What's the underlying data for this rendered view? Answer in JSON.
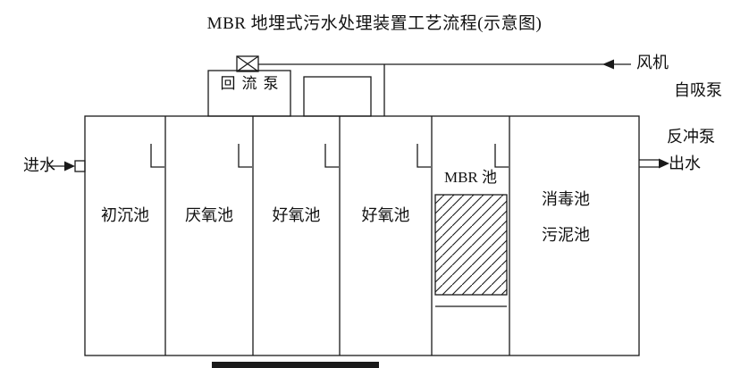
{
  "title": "MBR 地埋式污水处理装置工艺流程(示意图)",
  "io": {
    "inlet": "进水",
    "outlet": "出水"
  },
  "equipment": {
    "blower": "风机",
    "self_priming_pump": "自吸泵",
    "backwash_pump": "反冲泵",
    "return_pump": "回流泵"
  },
  "tanks": [
    {
      "label": "初沉池"
    },
    {
      "label": "厌氧池"
    },
    {
      "label": "好氧池"
    },
    {
      "label": "好氧池"
    },
    {
      "label": "MBR 池"
    },
    {
      "label": "消毒池"
    },
    {
      "label": "污泥池"
    }
  ],
  "colors": {
    "line": "#1a1a1a",
    "background": "#ffffff"
  }
}
